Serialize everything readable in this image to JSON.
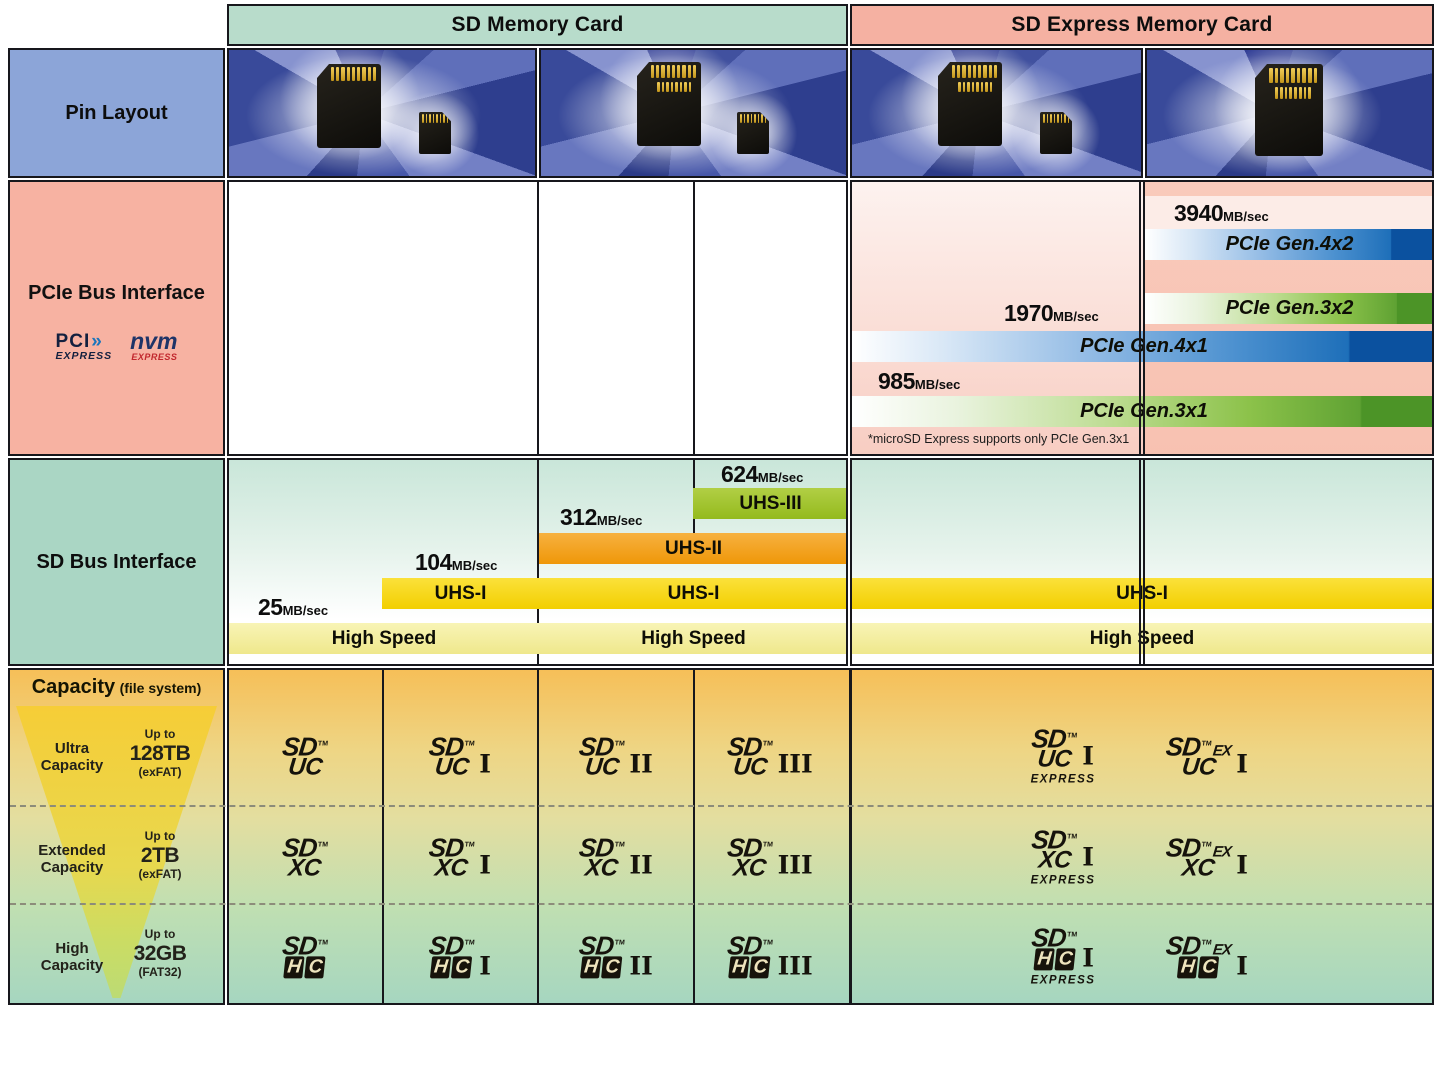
{
  "header": {
    "sd": "SD Memory Card",
    "sd_express": "SD Express Memory Card"
  },
  "pin_layout": {
    "label": "Pin Layout"
  },
  "pcie": {
    "label": "PCIe Bus Interface",
    "pci_logo": {
      "top": "PCI",
      "chevron": "»",
      "bottom": "EXPRESS"
    },
    "nvm_logo": {
      "top": "nvm",
      "bottom": "EXPRESS"
    },
    "gen4x2": {
      "speed": "3940",
      "unit": "MB/sec",
      "name": "PCIe Gen.4x2"
    },
    "gen3x2": {
      "name": "PCIe Gen.3x2"
    },
    "gen4x1": {
      "speed": "1970",
      "unit": "MB/sec",
      "name": "PCIe Gen.4x1"
    },
    "gen3x1": {
      "speed": "985",
      "unit": "MB/sec",
      "name": "PCIe Gen.3x1"
    },
    "footnote": "*microSD Express supports only PCIe Gen.3x1"
  },
  "sd_bus": {
    "label": "SD Bus Interface",
    "uhs3": {
      "speed": "624",
      "unit": "MB/sec",
      "name": "UHS-III"
    },
    "uhs2": {
      "speed": "312",
      "unit": "MB/sec",
      "name": "UHS-II"
    },
    "uhs1": {
      "speed": "104",
      "unit": "MB/sec",
      "name": "UHS-I"
    },
    "high_speed": {
      "speed": "25",
      "unit": "MB/sec",
      "name": "High Speed"
    },
    "uhs1_sd_col2": "UHS-I",
    "uhs1_express": "UHS-I",
    "high_speed_sd_col2": "High Speed",
    "high_speed_express": "High Speed"
  },
  "capacity": {
    "title": "Capacity",
    "title_suffix": "(file system)",
    "tiers": [
      {
        "name_line1": "Ultra",
        "name_line2": "Capacity",
        "up_to": "Up to",
        "size": "128TB",
        "file_system": "(exFAT)"
      },
      {
        "name_line1": "Extended",
        "name_line2": "Capacity",
        "up_to": "Up to",
        "size": "2TB",
        "file_system": "(exFAT)"
      },
      {
        "name_line1": "High",
        "name_line2": "Capacity",
        "up_to": "Up to",
        "size": "32GB",
        "file_system": "(FAT32)"
      }
    ],
    "logo_brand": "SD",
    "logo_tm": "TM",
    "logo_rows": [
      {
        "family": "UC",
        "boxed": false,
        "cells": [
          {
            "numeral": ""
          },
          {
            "numeral": "I"
          },
          {
            "numeral": "II"
          },
          {
            "numeral": "III"
          },
          {
            "numeral": "I",
            "express": "EXPRESS"
          },
          {
            "numeral": "I",
            "ex": "EX"
          }
        ]
      },
      {
        "family": "XC",
        "boxed": false,
        "cells": [
          {
            "numeral": ""
          },
          {
            "numeral": "I"
          },
          {
            "numeral": "II"
          },
          {
            "numeral": "III"
          },
          {
            "numeral": "I",
            "express": "EXPRESS"
          },
          {
            "numeral": "I",
            "ex": "EX"
          }
        ]
      },
      {
        "family": "HC",
        "boxed": true,
        "cells": [
          {
            "numeral": ""
          },
          {
            "numeral": "I"
          },
          {
            "numeral": "II"
          },
          {
            "numeral": "III"
          },
          {
            "numeral": "I",
            "express": "EXPRESS"
          },
          {
            "numeral": "I",
            "ex": "EX"
          }
        ]
      }
    ]
  }
}
